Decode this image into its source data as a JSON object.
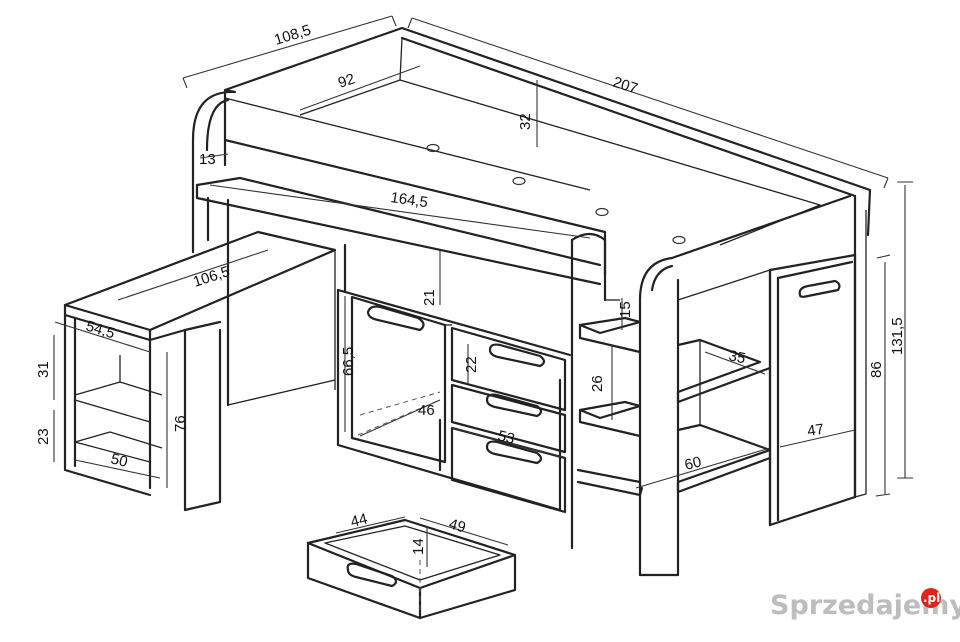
{
  "dimensions": {
    "bed_depth": "108,5",
    "bed_length": "207",
    "mattress_width": "92",
    "rail_height": "32",
    "step_edge": "13",
    "desk_top_length": "164,5",
    "desk_width": "106,5",
    "desk_depth": "54,5",
    "desk_shelf_upper": "31",
    "desk_shelf_lower": "23",
    "desk_height": "76",
    "desk_base": "50",
    "drawer_gap": "21",
    "door_height": "66,5",
    "door_depth": "46",
    "drawer_height": "22",
    "drawer_width": "53",
    "step_height": "15",
    "shelf_gap": "26",
    "shelf_depth": "35",
    "ladder_depth": "60",
    "wardrobe_height": "86",
    "total_height": "131,5",
    "wardrobe_depth": "47",
    "loose_drawer_width": "44",
    "loose_drawer_depth": "49",
    "loose_drawer_height": "14"
  },
  "watermark": {
    "text": "Sprzedajemy",
    "badge": ".pl",
    "badge_color": "#e2231a"
  }
}
